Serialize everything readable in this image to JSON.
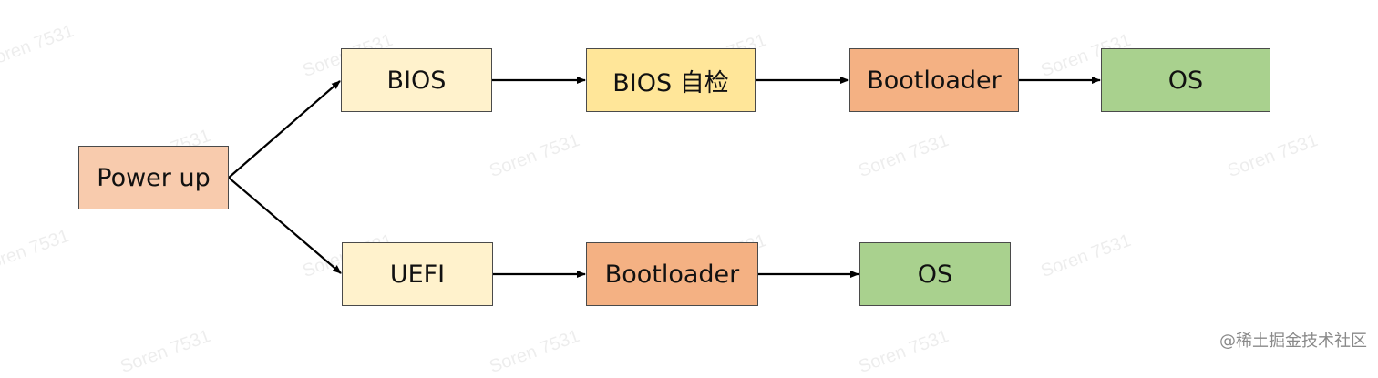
{
  "watermark": "Soren 7531",
  "nodes": {
    "power_up": "Power up",
    "bios": "BIOS",
    "bios_post": "BIOS 自检",
    "bootloader_top": "Bootloader",
    "os_top": "OS",
    "uefi": "UEFI",
    "bootloader_bottom": "Bootloader",
    "os_bottom": "OS"
  },
  "colors": {
    "power_up": "#f8cbad",
    "bios": "#fff2cc",
    "bios_post": "#ffe699",
    "bootloader": "#f4b183",
    "os": "#a9d18e",
    "uefi": "#fff2cc"
  },
  "credit": "@稀土掘金技术社区"
}
